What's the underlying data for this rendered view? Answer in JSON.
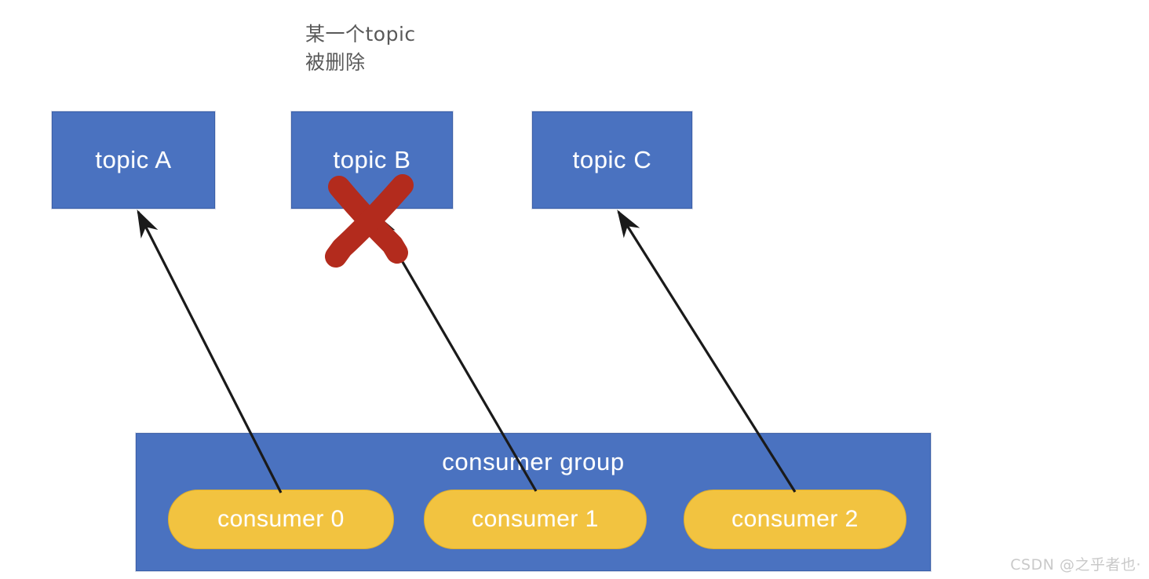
{
  "diagram": {
    "title_note": "某一个topic\n被删除",
    "colors": {
      "topic_box_fill": "#4a72c0",
      "topic_box_stroke": "#3a5fa8",
      "consumer_group_fill": "#4a72c0",
      "consumer_pill_fill": "#f2c340",
      "consumer_pill_stroke": "#e0ae2a",
      "label_text": "#ffffff",
      "note_text": "#595959",
      "delete_mark": "#b32b1d",
      "arrow_stroke": "#1a1a1a",
      "watermark_text": "#c9c9c9",
      "background": "#ffffff"
    },
    "topics": [
      {
        "id": "topic-a",
        "label": "topic A",
        "deleted": false
      },
      {
        "id": "topic-b",
        "label": "topic B",
        "deleted": true
      },
      {
        "id": "topic-c",
        "label": "topic C",
        "deleted": false
      }
    ],
    "consumer_group": {
      "title": "consumer group",
      "consumers": [
        {
          "id": "consumer-0",
          "label": "consumer 0",
          "subscribes_to": "topic A"
        },
        {
          "id": "consumer-1",
          "label": "consumer 1",
          "subscribes_to": "topic B"
        },
        {
          "id": "consumer-2",
          "label": "consumer 2",
          "subscribes_to": "topic C"
        }
      ]
    },
    "delete_mark": {
      "name": "red-x-mark",
      "target": "topic B",
      "meaning": "topic deleted"
    },
    "arrows": [
      {
        "from": "consumer 0",
        "to": "topic A"
      },
      {
        "from": "consumer 1",
        "to": "topic B"
      },
      {
        "from": "consumer 2",
        "to": "topic C"
      }
    ]
  },
  "watermark": {
    "text": "CSDN @之乎者也·"
  }
}
